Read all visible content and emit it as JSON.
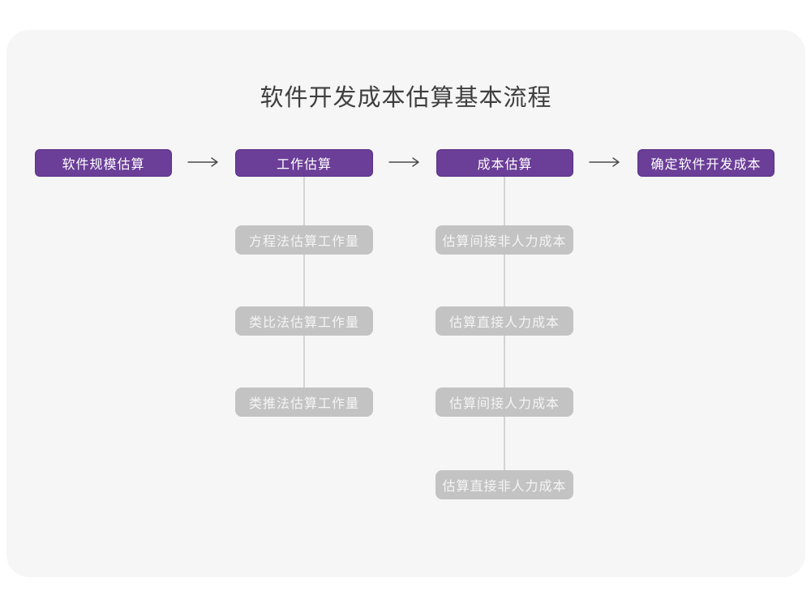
{
  "title": "软件开发成本估算基本流程",
  "colors": {
    "primary_purple": "#6b3e98",
    "primary_purple_border": "#5a3286",
    "gray_node": "#c3c3c3",
    "connector_line": "#d4d4d4",
    "arrow_stroke": "#4a4a4a",
    "canvas_background": "#f6f6f7",
    "page_background": "#ffffff",
    "title_text": "#3f3f3f",
    "node_text": "#ffffff"
  },
  "main_steps": [
    {
      "label": "软件规模估算"
    },
    {
      "label": "工作估算"
    },
    {
      "label": "成本估算"
    },
    {
      "label": "确定软件开发成本"
    }
  ],
  "work_substeps": [
    {
      "label": "方程法估算工作量"
    },
    {
      "label": "类比法估算工作量"
    },
    {
      "label": "类推法估算工作量"
    }
  ],
  "cost_substeps": [
    {
      "label": "估算间接非人力成本"
    },
    {
      "label": "估算直接人力成本"
    },
    {
      "label": "估算间接人力成本"
    },
    {
      "label": "估算直接非人力成本"
    }
  ]
}
